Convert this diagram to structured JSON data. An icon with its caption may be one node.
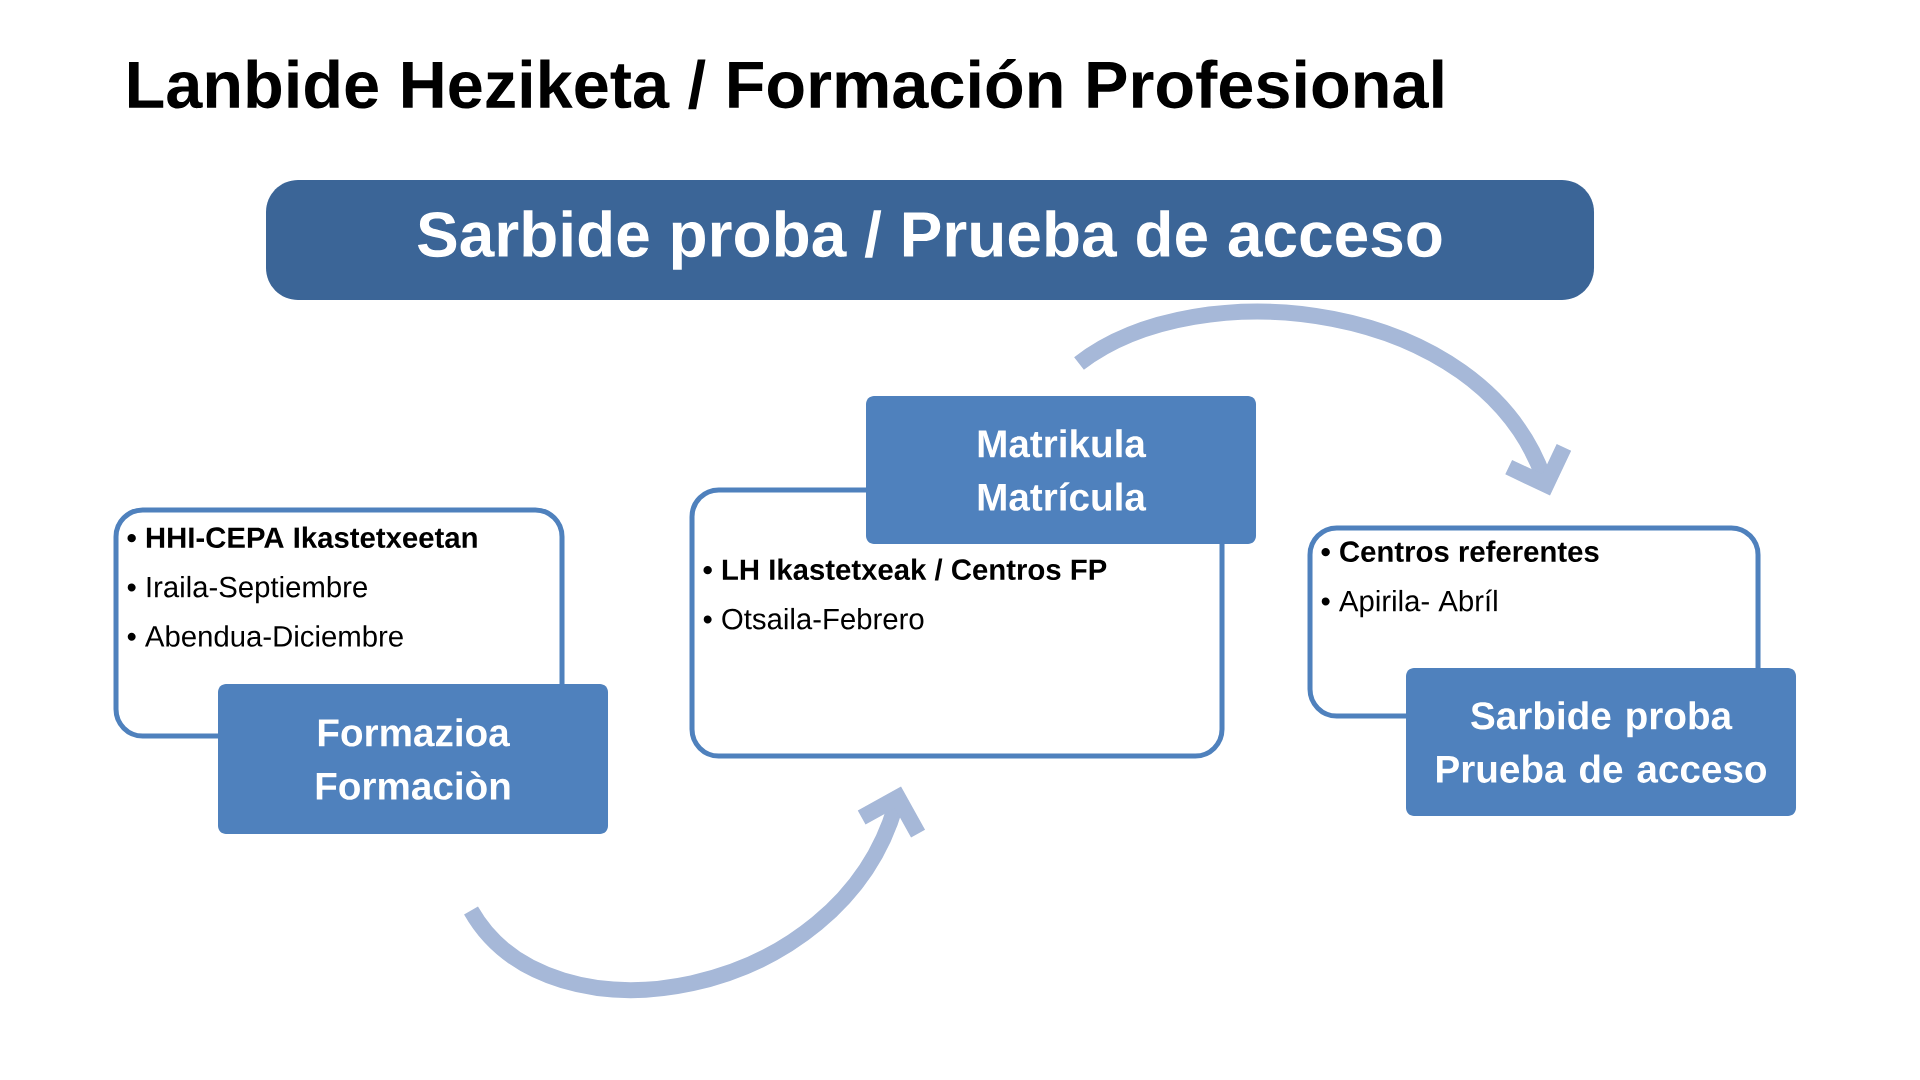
{
  "diagram": {
    "title": "Lanbide Heziketa / Formación Profesional",
    "nodes": [
      {
        "text": [
          "Sarbide proba / Prueba de acceso"
        ]
      },
      {
        "text": [
          "Matrikula Matrícula"
        ]
      },
      {
        "text": [
          "• HHI-CEPA Ikastetxeetan",
          "• Iraila-Septiembre",
          "• Abendua-Diciembre"
        ]
      },
      {
        "text": [
          "• LH Ikastetxeak / Centros FP",
          "• Otsaila-Febrero"
        ]
      },
      {
        "text": [
          "• Centros referentes",
          "• Apirila- Abríl"
        ]
      },
      {
        "text": [
          "Formazioa Formaciòn"
        ]
      },
      {
        "text": [
          "Sarbide proba Prueba de acceso"
        ]
      }
    ],
    "edges": [
      {
        "from": 5,
        "to": 3,
        "arrow": "to"
      },
      {
        "from": 1,
        "to": 4,
        "arrow": "to"
      }
    ]
  }
}
